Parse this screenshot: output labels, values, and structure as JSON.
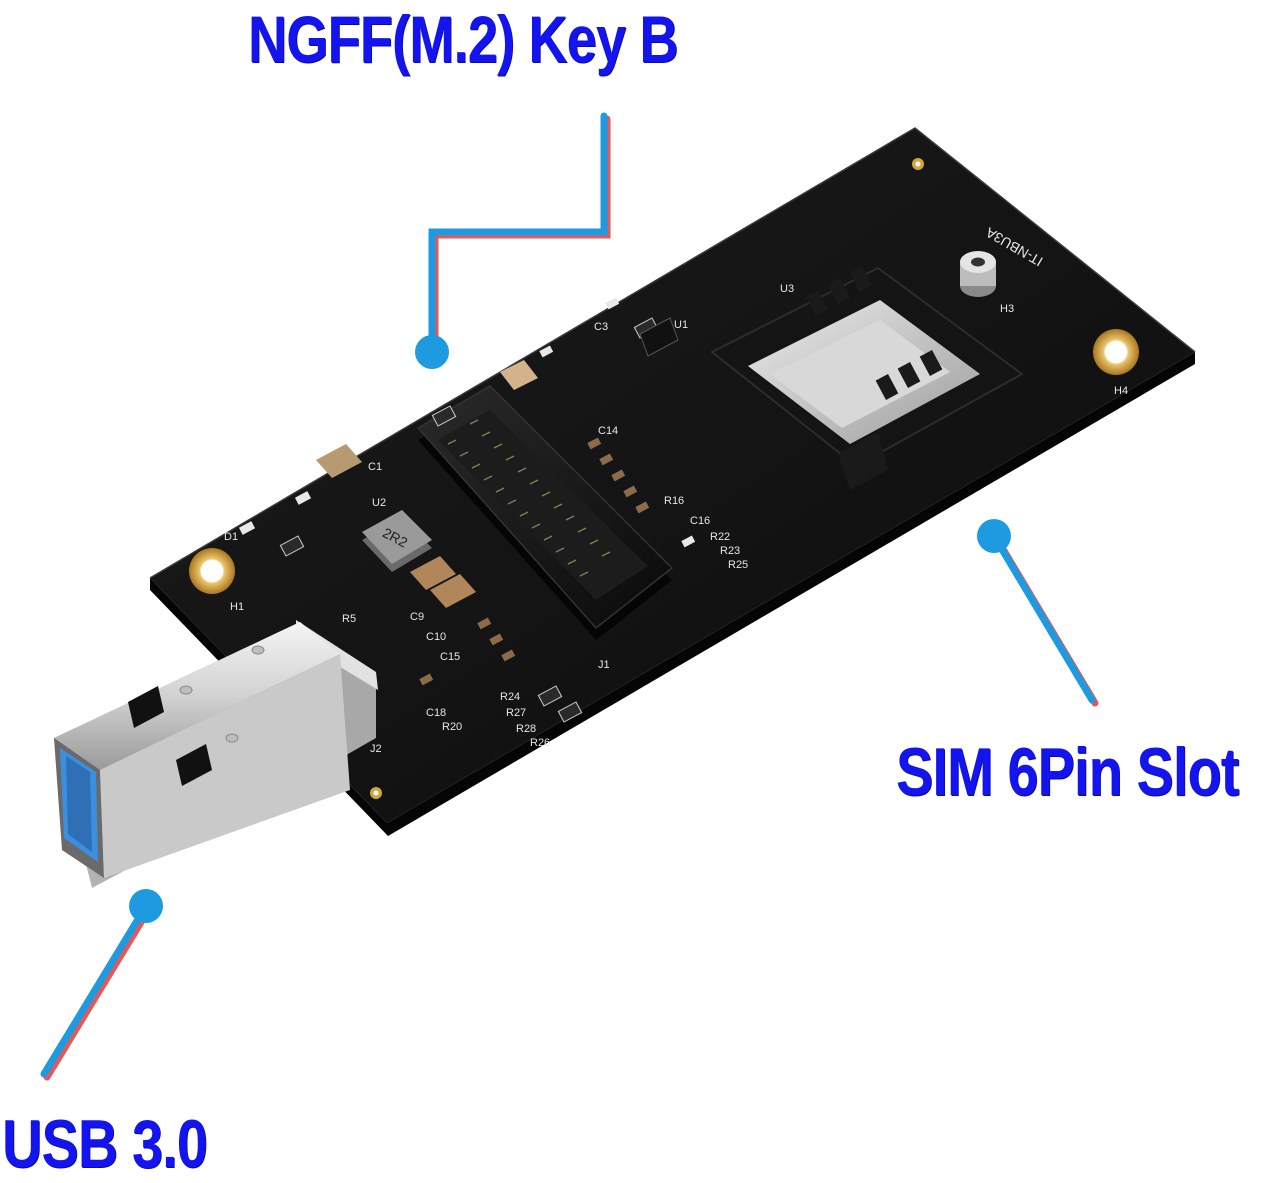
{
  "callouts": {
    "ngff": {
      "label": "NGFF(M.2)  Key B"
    },
    "sim": {
      "label": "SIM 6Pin Slot"
    },
    "usb": {
      "label": "USB 3.0"
    }
  },
  "board": {
    "model_silkscreen": "IT-NBU3A",
    "inductor_marking": "2R2",
    "reference_designators": [
      "U1",
      "U2",
      "U3",
      "J1",
      "J2",
      "H1",
      "H3",
      "H4",
      "C1",
      "C3",
      "C9",
      "C10",
      "C14",
      "C15",
      "C16",
      "C18",
      "R20",
      "R22",
      "R23",
      "R24",
      "R25",
      "R26",
      "R27",
      "R28",
      "R16",
      "D1",
      "R5"
    ]
  },
  "colors": {
    "callout_text": "#1414f0",
    "callout_line": "#1e9be0",
    "pcb": "#141414",
    "usb_insert": "#3a8fe0",
    "gold_pad": "#d4a53a"
  }
}
